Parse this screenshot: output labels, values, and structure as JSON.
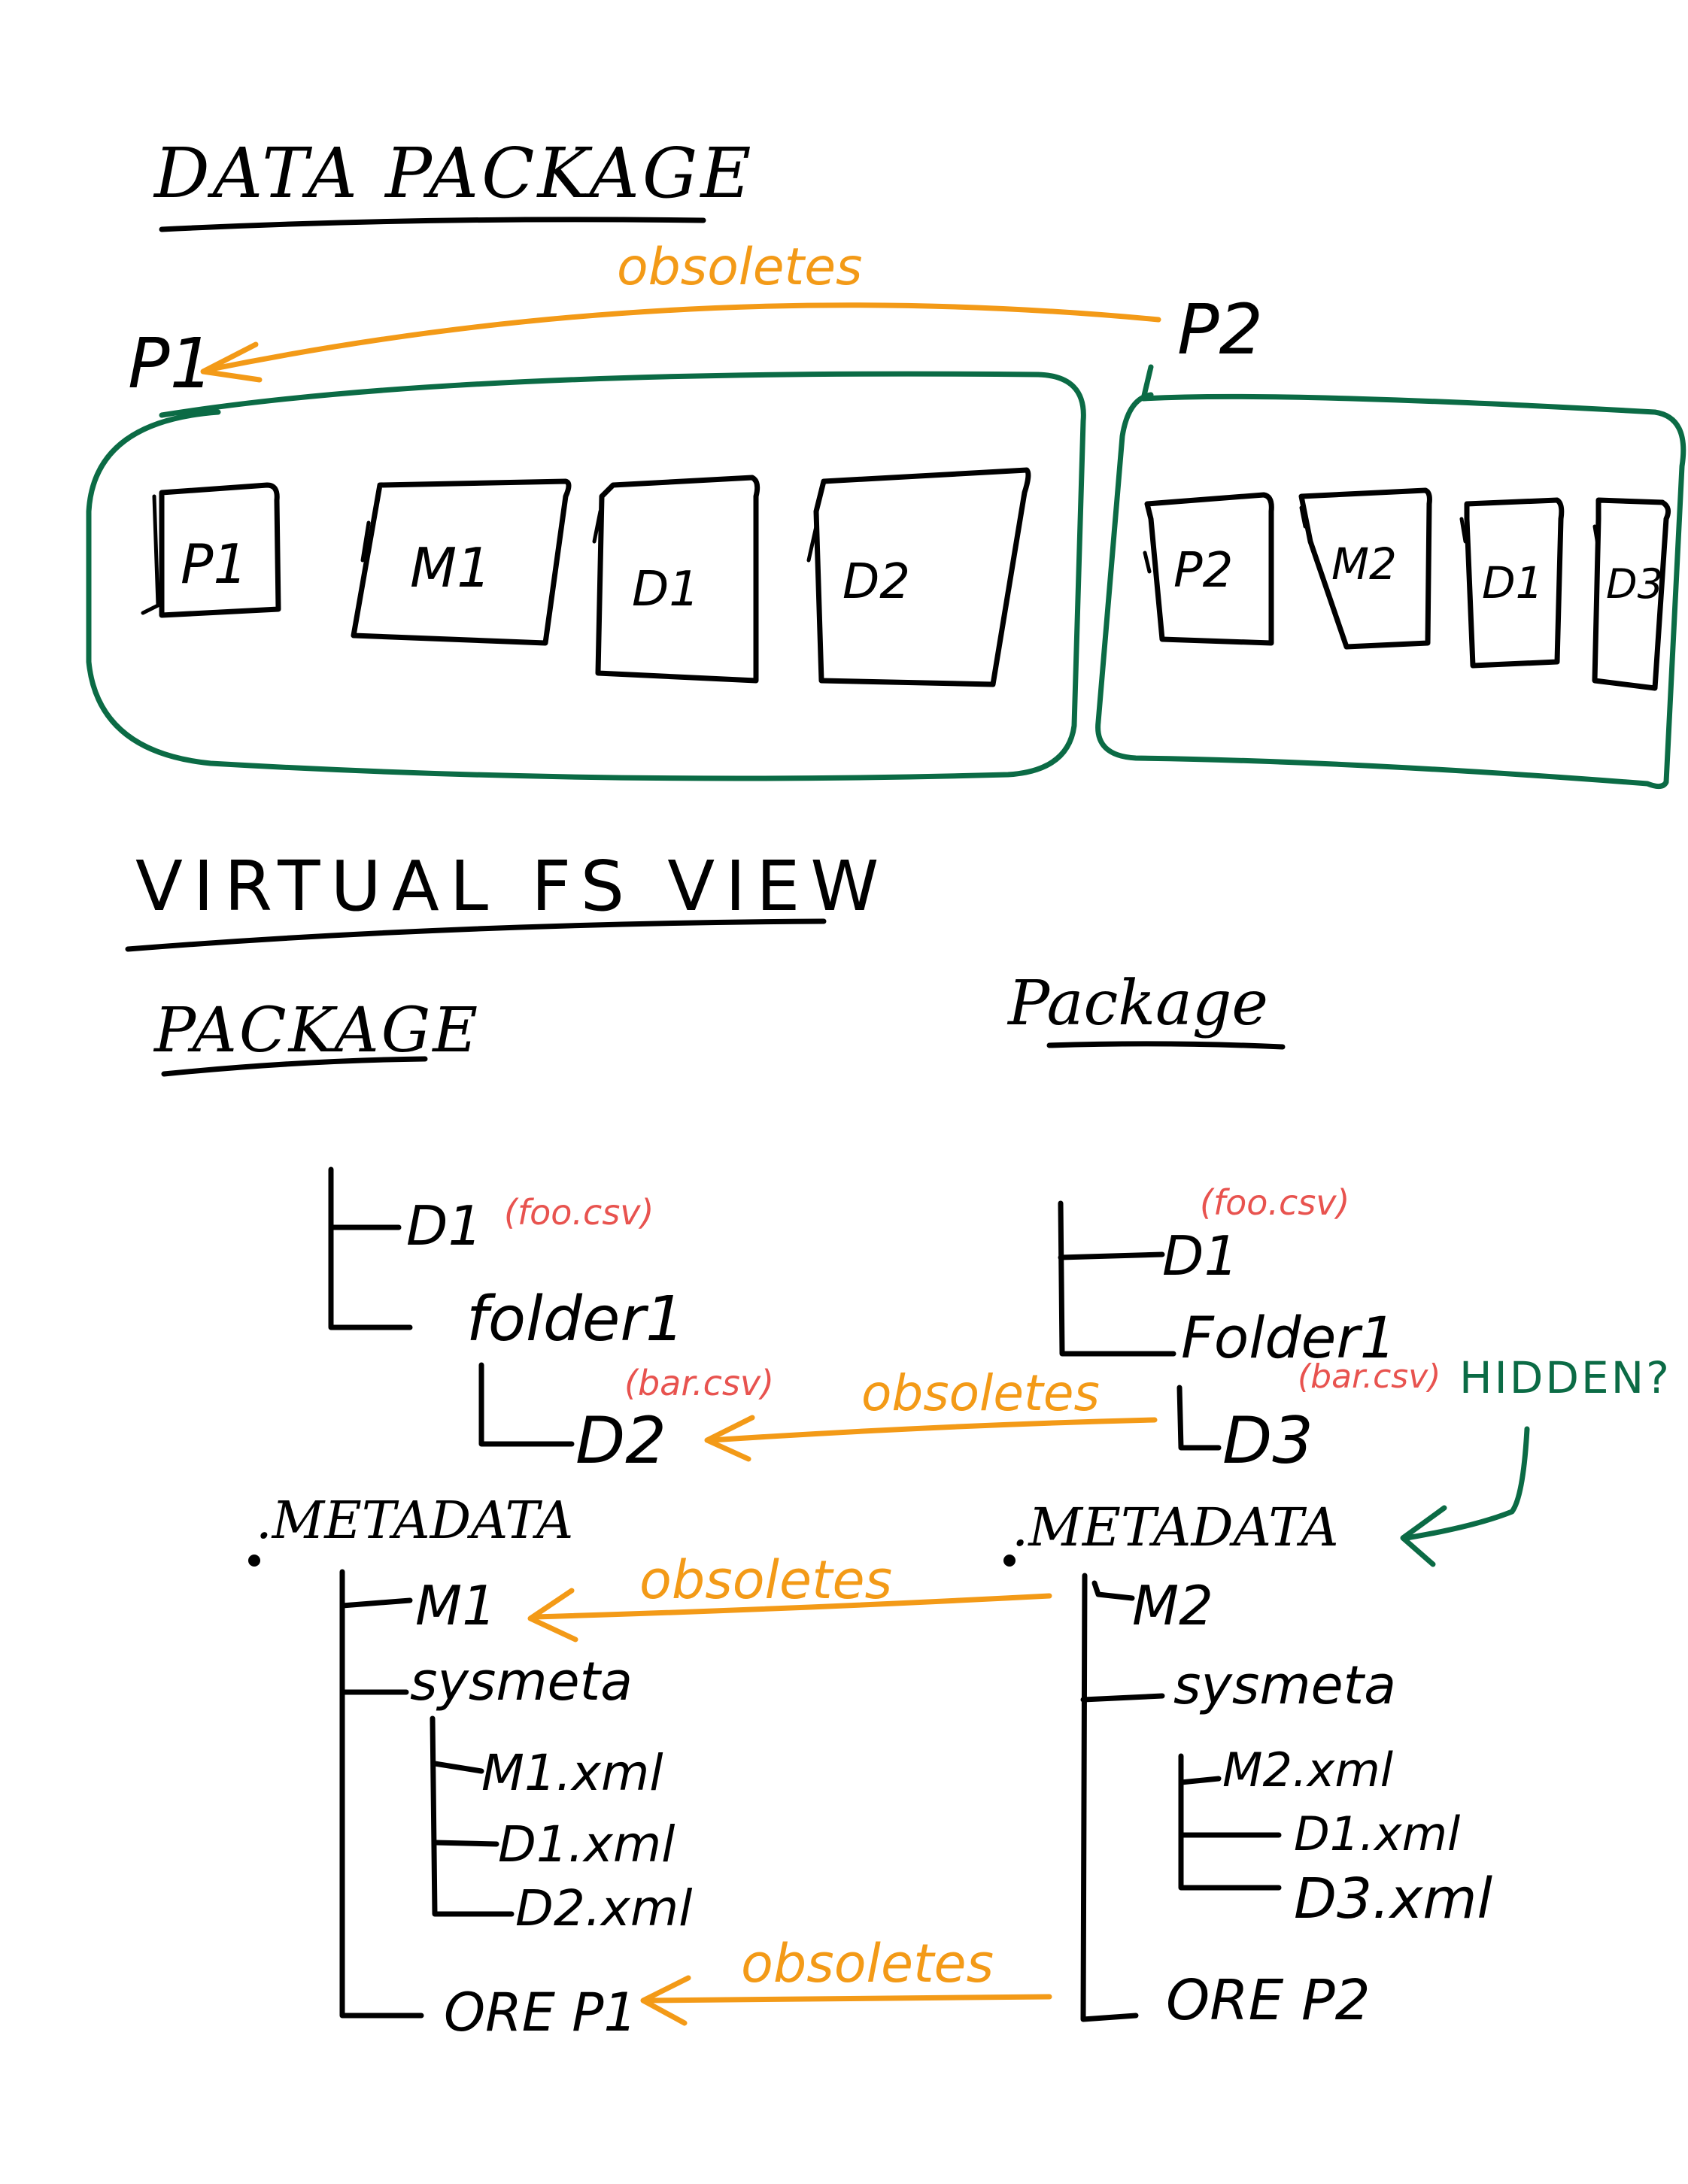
{
  "colors": {
    "ink": "#000000",
    "package_outline": "#0b6b45",
    "obsoletes_arrow": "#f39a17",
    "file_note": "#e8534f",
    "hidden_note": "#0b6b45",
    "background": "#ffffff"
  },
  "data_package": {
    "heading": "DATA PACKAGE",
    "obsoletes_label": "obsoletes",
    "package_1": {
      "label": "P1",
      "items": [
        "P1",
        "M1",
        "D1",
        "D2"
      ]
    },
    "package_2": {
      "label": "P2",
      "items": [
        "P2",
        "M2",
        "D1",
        "D3"
      ]
    }
  },
  "virtual_fs_view": {
    "heading": "VIRTUAL FS VIEW",
    "left_tree": {
      "root": "PACKAGE",
      "d1": "D1",
      "d1_note": "(foo.csv)",
      "folder": "folder1",
      "d2": "D2",
      "d2_note": "(bar.csv)",
      "metadata": ".METADATA",
      "m1": "M1",
      "sysmeta": "sysmeta",
      "sysmeta_files": [
        "M1.xml",
        "D1.xml",
        "D2.xml"
      ],
      "ore": "ORE P1"
    },
    "right_tree": {
      "root": "Package",
      "d1": "D1",
      "d1_note": "(foo.csv)",
      "folder": "Folder1",
      "d3": "D3",
      "d3_note": "(bar.csv)",
      "hidden_note": "HIDDEN?",
      "metadata": ".METADATA",
      "m2": "M2",
      "sysmeta": "sysmeta",
      "sysmeta_files": [
        "M2.xml",
        "D1.xml",
        "D3.xml"
      ],
      "ore": "ORE P2"
    },
    "obsoletes_labels": [
      "obsoletes",
      "obsoletes",
      "obsoletes"
    ]
  }
}
